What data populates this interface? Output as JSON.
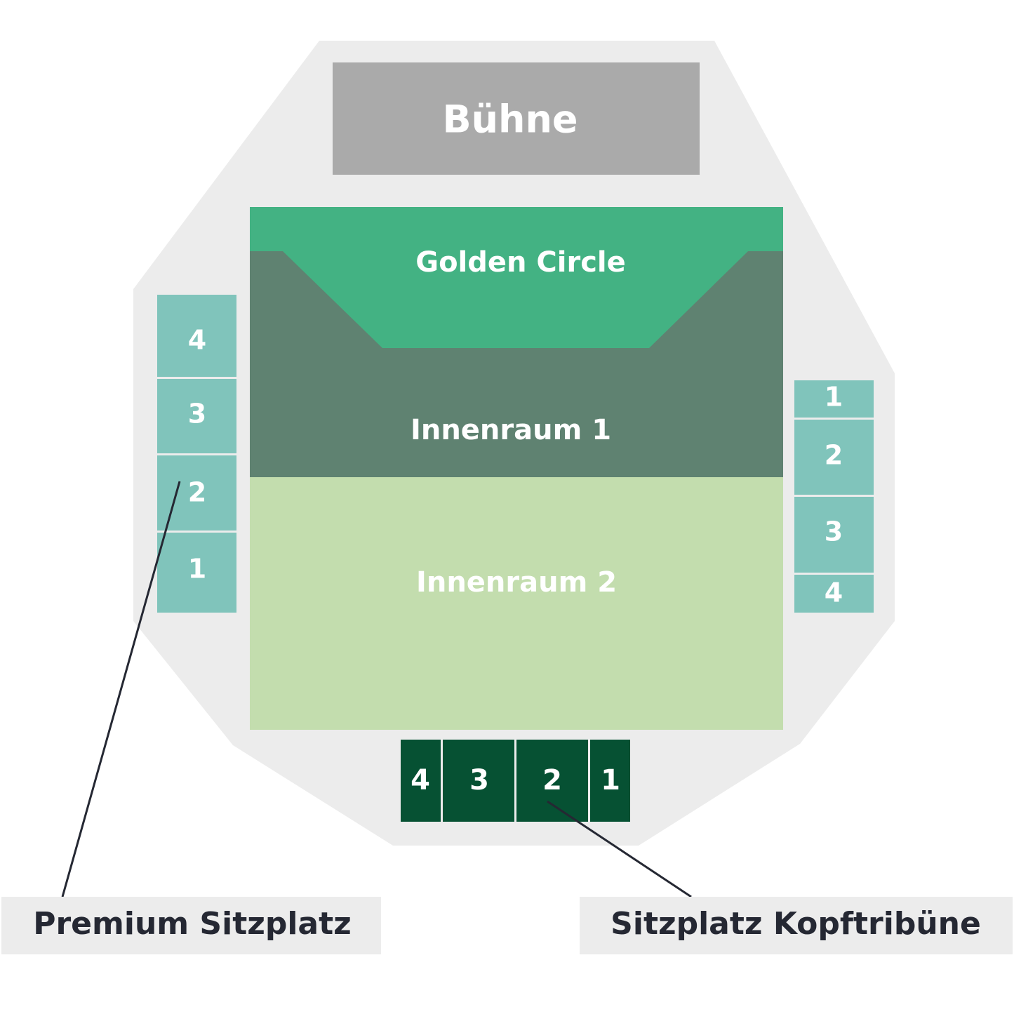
{
  "stage": {
    "label": "Bühne"
  },
  "zones": {
    "golden_circle": "Golden Circle",
    "innenraum_1": "Innenraum 1",
    "innenraum_2": "Innenraum 2"
  },
  "left_block": {
    "sections": [
      "4",
      "3",
      "2",
      "1"
    ]
  },
  "right_block": {
    "sections": [
      "1",
      "2",
      "3",
      "4"
    ]
  },
  "bottom_block": {
    "sections": [
      "4",
      "3",
      "2",
      "1"
    ]
  },
  "callouts": {
    "premium": "Premium Sitzplatz",
    "kopftribuene": "Sitzplatz Kopftribüne"
  },
  "colors": {
    "venue": "#ececec",
    "stage": "#aaaaaa",
    "golden_circle": "#43b283",
    "innenraum_1": "#5f8271",
    "innenraum_2": "#c3ddae",
    "side_seats": "#80c4bb",
    "bottom_seats": "#065133",
    "callout_bg": "#ececec",
    "callout_text": "#252833"
  }
}
